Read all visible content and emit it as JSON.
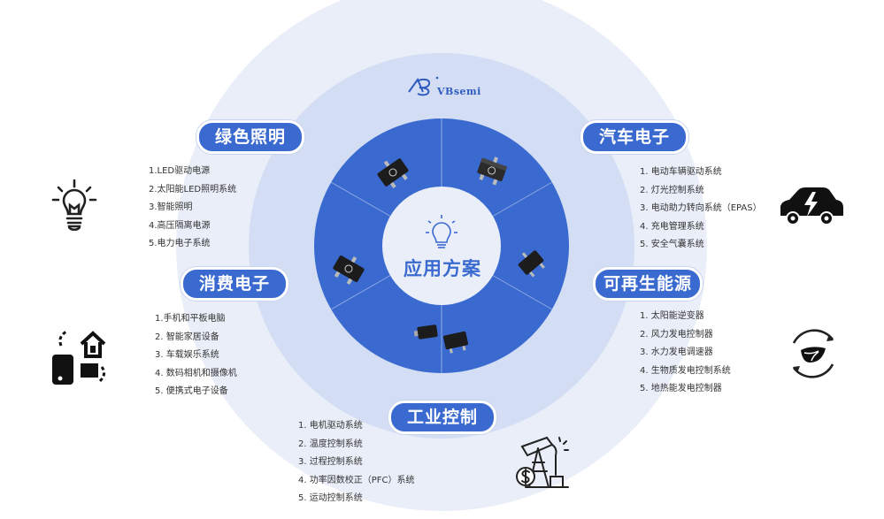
{
  "brand": {
    "name": "VBsemi",
    "primary_color": "#3a6ad0",
    "ring_color": "#dde7f8"
  },
  "center": {
    "title": "应用方案"
  },
  "sections": {
    "lighting": {
      "title": "绿色照明",
      "icon": "light-bulb-icon",
      "items": [
        "1.LED驱动电源",
        "2.太阳能LED照明系统",
        "3.智能照明",
        "4.高压隔离电源",
        "5.电力电子系统"
      ]
    },
    "automotive": {
      "title": "汽车电子",
      "icon": "electric-car-icon",
      "items": [
        "1. 电动车辆驱动系统",
        "2. 灯光控制系统",
        "3. 电动助力转向系统（EPAS）",
        "4. 充电管理系统",
        "5. 安全气囊系统"
      ]
    },
    "consumer": {
      "title": "消费电子",
      "icon": "smart-home-devices-icon",
      "items": [
        "1.手机和平板电脑",
        "2. 智能家居设备",
        "3. 车载娱乐系统",
        "4. 数码相机和摄像机",
        "5. 便携式电子设备"
      ]
    },
    "renewable": {
      "title": "可再生能源",
      "icon": "leaf-cycle-icon",
      "items": [
        "1. 太阳能逆变器",
        "2. 风力发电控制器",
        "3. 水力发电调速器",
        "4. 生物质发电控制系统",
        "5. 地热能发电控制器"
      ]
    },
    "industrial": {
      "title": "工业控制",
      "icon": "oil-pump-icon",
      "items": [
        "1. 电机驱动系统",
        "2. 温度控制系统",
        "3. 过程控制系统",
        "4. 功率因数校正（PFC）系统",
        "5. 运动控制系统"
      ]
    }
  }
}
